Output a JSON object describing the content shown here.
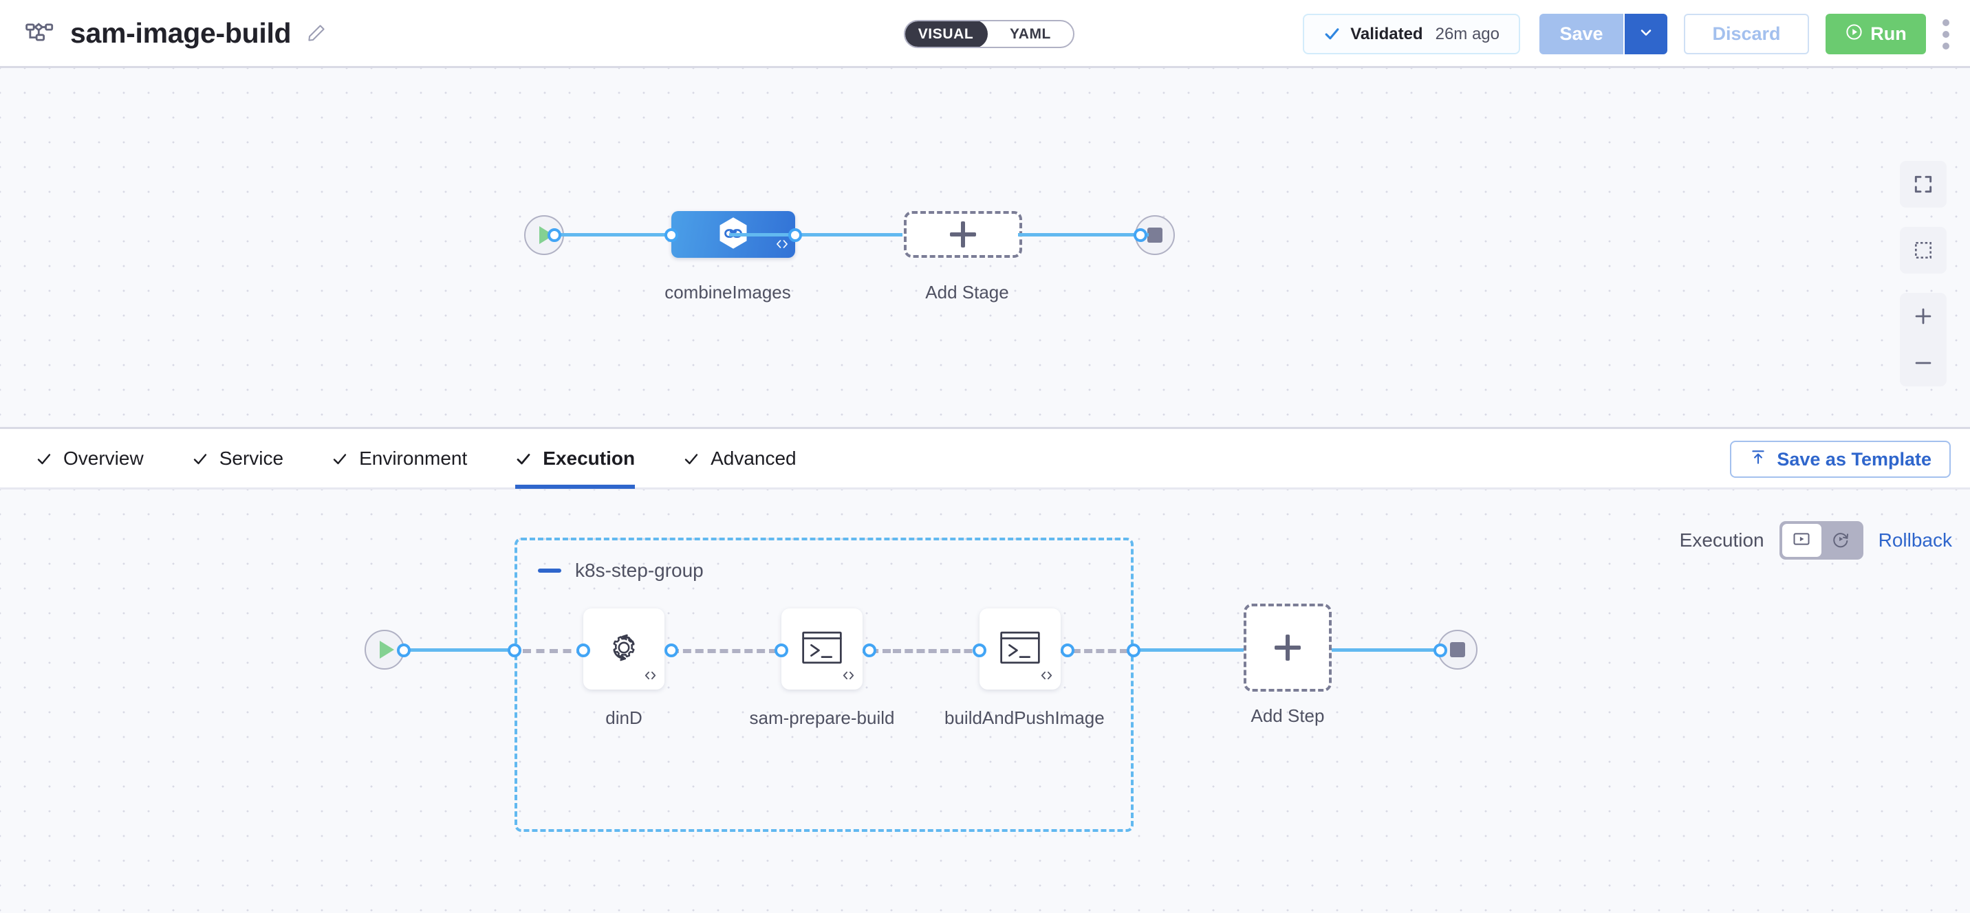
{
  "header": {
    "pipeline_icon": "pipeline-icon",
    "title": "sam-image-build",
    "edit_icon": "pencil-icon",
    "mode_toggle": {
      "visual": "VISUAL",
      "yaml": "YAML",
      "selected": "VISUAL"
    },
    "validated": {
      "check_icon": "check-icon",
      "label": "Validated",
      "time": "26m ago"
    },
    "save": {
      "label": "Save",
      "caret_icon": "chevron-down-icon"
    },
    "discard": {
      "label": "Discard"
    },
    "run": {
      "label": "Run",
      "icon": "play-circle-icon"
    },
    "more_menu": "kebab-menu-icon"
  },
  "stage_canvas": {
    "start_node": {
      "icon": "play-icon"
    },
    "end_node": {
      "icon": "stop-icon"
    },
    "nodes": [
      {
        "label": "combineImages",
        "icon": "harness-hexagon-icon",
        "badge": "</>",
        "type": "stage"
      },
      {
        "label": "Add Stage",
        "icon": "plus-icon",
        "type": "add"
      }
    ],
    "controls": [
      {
        "name": "fit-to-screen",
        "icon": "fullscreen-icon"
      },
      {
        "name": "selection-box",
        "icon": "dashed-square-icon"
      },
      {
        "name": "zoom-in",
        "icon": "plus-icon"
      },
      {
        "name": "zoom-out",
        "icon": "minus-icon"
      }
    ]
  },
  "tabs": {
    "items": [
      {
        "label": "Overview",
        "check": true,
        "active": false
      },
      {
        "label": "Service",
        "check": true,
        "active": false
      },
      {
        "label": "Environment",
        "check": true,
        "active": false
      },
      {
        "label": "Execution",
        "check": true,
        "active": true
      },
      {
        "label": "Advanced",
        "check": true,
        "active": false
      }
    ],
    "save_as_template": {
      "label": "Save as Template",
      "icon": "upload-template-icon"
    }
  },
  "execution_bar": {
    "execution_label": "Execution",
    "rollback_label": "Rollback",
    "toggle": {
      "execution_icon": "play-box-icon",
      "rollback_icon": "rollback-icon",
      "selected": "execution"
    }
  },
  "step_canvas": {
    "start_node": {
      "icon": "play-icon"
    },
    "end_node": {
      "icon": "stop-icon"
    },
    "group": {
      "collapse_icon": "minus-icon",
      "title": "k8s-step-group",
      "steps": [
        {
          "label": "dinD",
          "icon": "gear-sync-icon",
          "badge": "</>"
        },
        {
          "label": "sam-prepare-build",
          "icon": "terminal-icon",
          "badge": "</>"
        },
        {
          "label": "buildAndPushImage",
          "icon": "terminal-icon",
          "badge": "</>"
        }
      ]
    },
    "add_step": {
      "label": "Add Step",
      "icon": "plus-icon"
    }
  },
  "colors": {
    "accent_blue": "#2f66cc",
    "link_blue": "#62b9f0",
    "run_green": "#6bcb70",
    "canvas_bg": "#f8f9fc",
    "grid_dot": "#d9dae5"
  }
}
